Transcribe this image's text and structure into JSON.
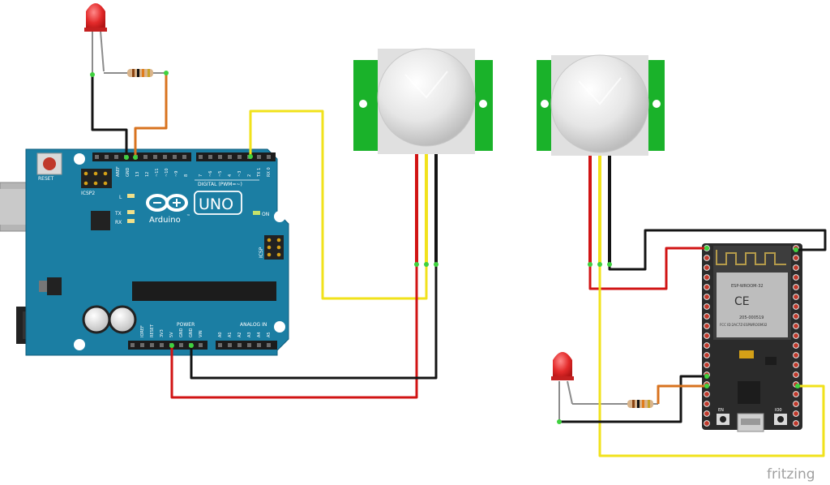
{
  "arduino": {
    "logo_text": "Arduino",
    "logo_tm": "™",
    "model": "UNO",
    "reset_label": "RESET",
    "icsp2_label": "ICSP2",
    "icsp_label": "ICSP",
    "digital_label": "DIGITAL (PWM=~)",
    "power_label": "POWER",
    "analog_label": "ANALOG IN",
    "led_l": "L",
    "led_tx": "TX",
    "led_rx": "RX",
    "led_on": "ON",
    "aref_label": "AREF",
    "gnd_label": "GND",
    "top_pins_a": [
      "13",
      "12",
      "~11",
      "~10",
      "~9",
      "8"
    ],
    "top_pins_b": [
      "7",
      "~6",
      "~5",
      "4",
      "~3",
      "2",
      "TX 1",
      "RX 0"
    ],
    "power_pins": [
      "IOREF",
      "RESET",
      "3V3",
      "5V",
      "GND",
      "GND",
      "VIN"
    ],
    "analog_pins": [
      "A0",
      "A1",
      "A2",
      "A3",
      "A4",
      "A5"
    ]
  },
  "esp32": {
    "module_text": "ESP-WROOM-32",
    "ce_mark": "CE",
    "fcc_text": "FCC ID:2AC7Z-ESPWROOM32",
    "r_code": "205-000519",
    "btn_en": "EN",
    "btn_io0": "IO0"
  },
  "watermark": "fritzing",
  "colors": {
    "arduino_board": "#1b7ea3",
    "esp32_board": "#2b2b2b",
    "pir_green": "#1ab22a",
    "wire_red": "#d11414",
    "wire_black": "#141414",
    "wire_yellow": "#f1e21b",
    "wire_orange": "#d8731f",
    "wire_gray": "#8c8c8c",
    "led_red": "#e32a2a"
  }
}
